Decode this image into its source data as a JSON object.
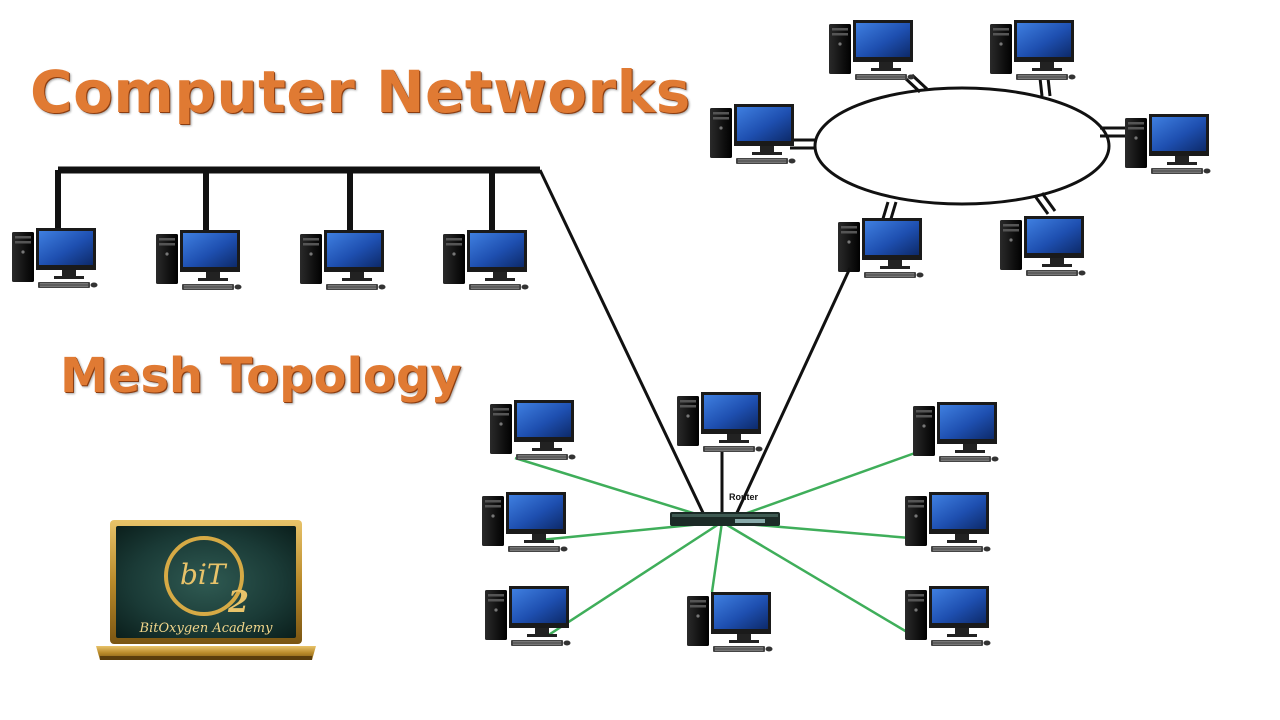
{
  "title": "Computer Networks",
  "subtitle": "Mesh Topology",
  "router_label": "Router",
  "logo": {
    "mark": "biT",
    "mark_subscript": "2",
    "academy": "BitOxygen Academy"
  },
  "colors": {
    "title": "#e07a33",
    "mesh_link": "#3fae5a",
    "cable": "#111111",
    "screen": "#1e4fb0",
    "logo_frame": "#b98a2a"
  },
  "icons": [
    "desktop-computer-icon",
    "router-icon",
    "laptop-logo-icon"
  ]
}
